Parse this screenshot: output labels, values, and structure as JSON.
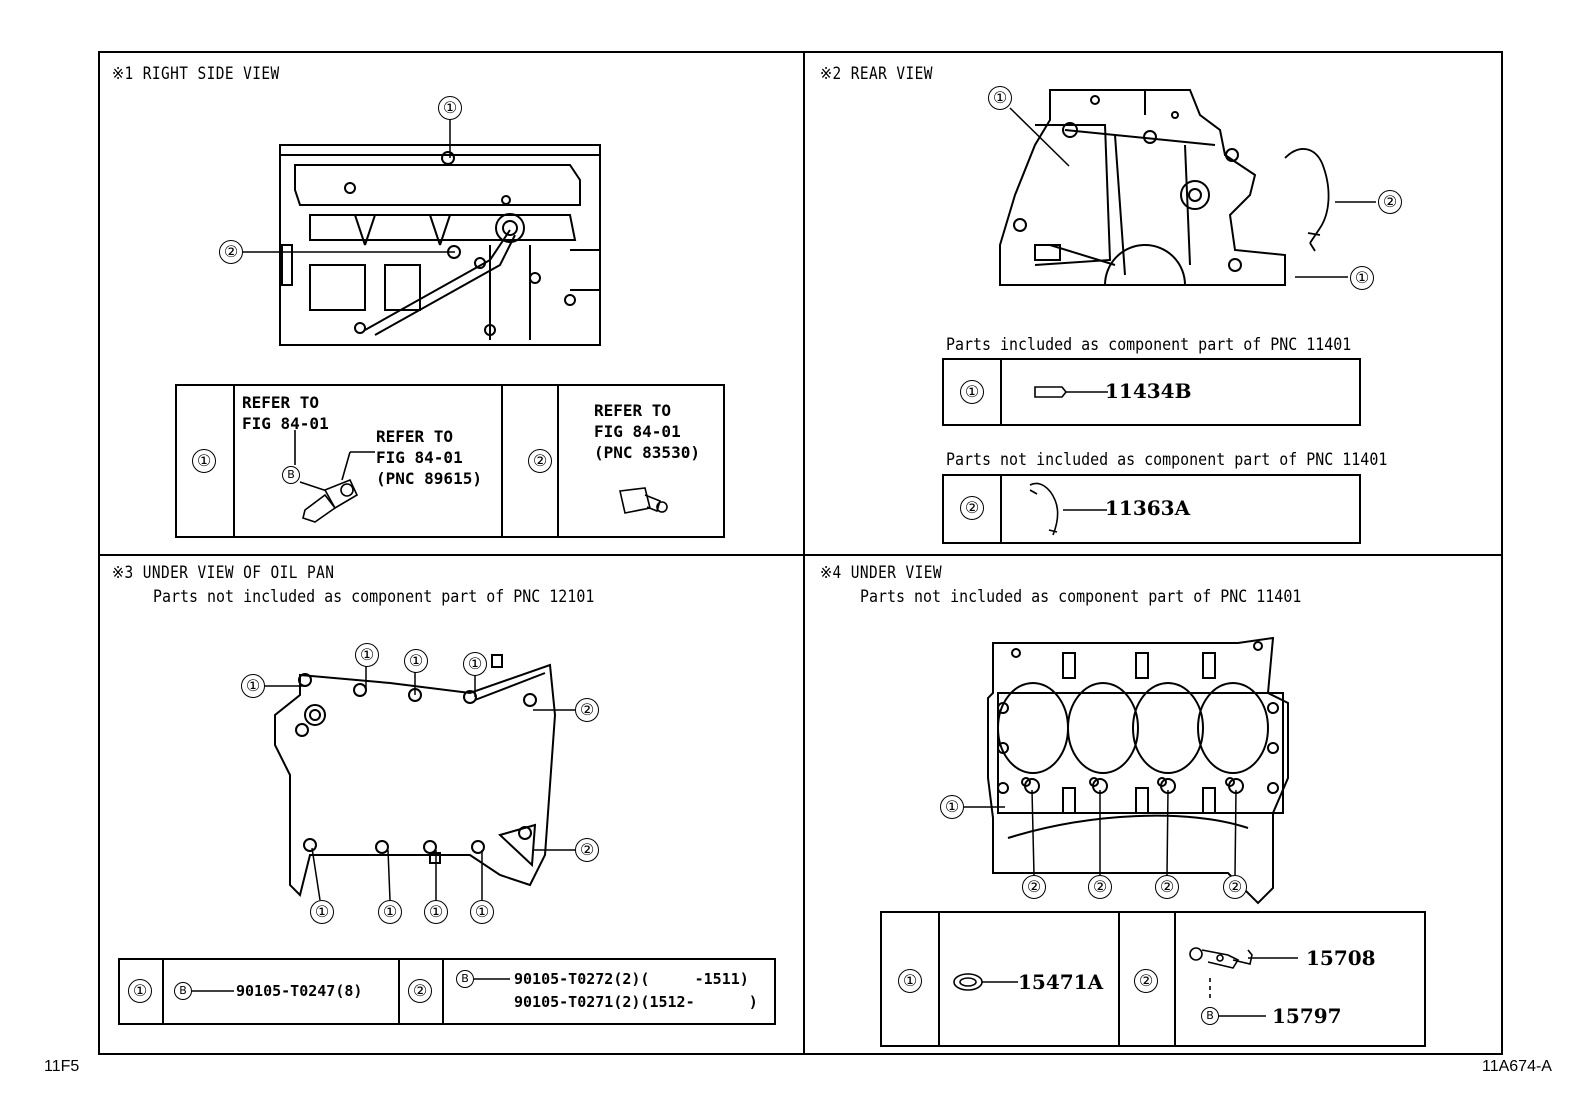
{
  "footer": {
    "left_code": "11F5",
    "right_code": "11A674-A"
  },
  "panel1": {
    "title": "※1 RIGHT SIDE VIEW",
    "callouts": [
      "①",
      "②"
    ],
    "table": {
      "row1_num": "①",
      "row1_ref_a": "REFER TO\nFIG 84-01",
      "row1_ref_b": "REFER TO\nFIG 84-01\n(PNC 89615)",
      "row1_mark": "B",
      "row2_num": "②",
      "row2_ref": "REFER TO\nFIG 84-01\n(PNC 83530)"
    }
  },
  "panel2": {
    "title": "※2 REAR VIEW",
    "callouts": [
      "①",
      "②",
      "①"
    ],
    "note1": "Parts included as component part of PNC 11401",
    "row1_num": "①",
    "row1_part": "11434B",
    "note2": "Parts not included as component part of PNC 11401",
    "row2_num": "②",
    "row2_part": "11363A"
  },
  "panel3": {
    "title": "※3 UNDER VIEW OF OIL PAN",
    "note": "Parts not included as component part of PNC 12101",
    "callouts": [
      "①",
      "①",
      "①",
      "①",
      "②",
      "②",
      "①",
      "①",
      "①",
      "①"
    ],
    "table": {
      "row1_num": "①",
      "row1_mark": "B",
      "row1_part": "90105-T0247(8)",
      "row2_num": "②",
      "row2_mark": "B",
      "row2_part_a": "90105-T0272(2)(     -1511)",
      "row2_part_b": "90105-T0271(2)(1512-      )"
    }
  },
  "panel4": {
    "title": "※4 UNDER VIEW",
    "note": "Parts not included as component part of PNC 11401",
    "callouts": [
      "①",
      "②",
      "②",
      "②",
      "②"
    ],
    "table": {
      "row1_num": "①",
      "row1_part": "15471A",
      "row2_num": "②",
      "row2_part_a": "15708",
      "row2_mark": "B",
      "row2_part_b": "15797"
    }
  }
}
